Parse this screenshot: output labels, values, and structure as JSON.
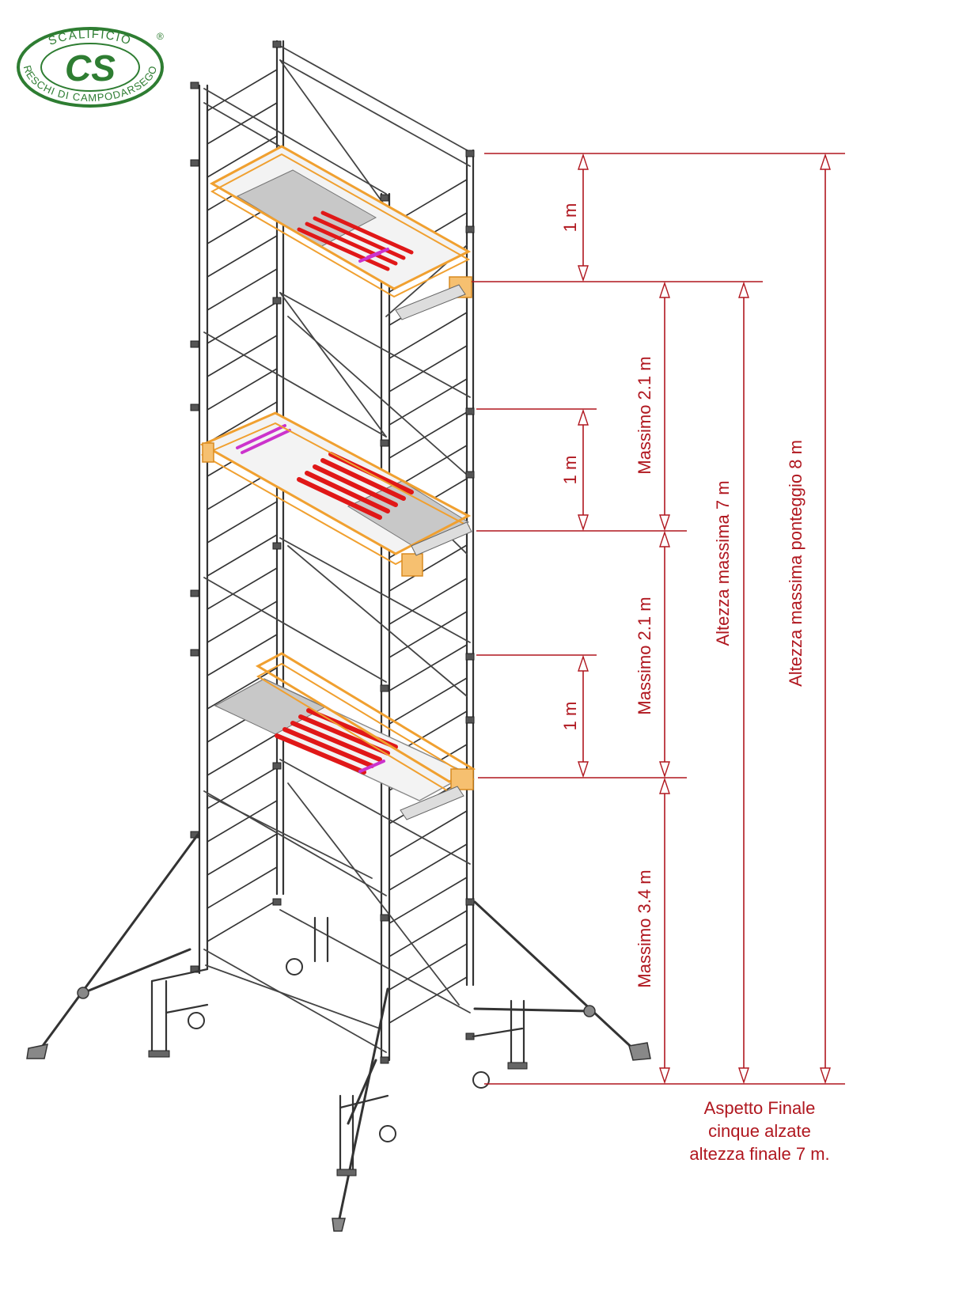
{
  "logo": {
    "text_top": "SCALIFICIO",
    "text_bottom": "RESCHI DI CAMPODARSEGO",
    "monogram": "CS",
    "registered": "®"
  },
  "colors": {
    "dimension": "#b0171f",
    "guard_rail": "#f0a030",
    "plank_red": "#e01818",
    "plank_magenta": "#cc33cc",
    "frame": "#333333",
    "logo_green": "#2e7d32"
  },
  "dimensions": {
    "top_guard": "1 m",
    "mid_guard": "1 m",
    "low_guard": "1 m",
    "upper_gap": "Massimo 2.1 m",
    "middle_gap": "Massimo 2.1 m",
    "base_gap": "Massimo 3.4 m",
    "platform_height": "Altezza massima 7 m",
    "scaffold_height": "Altezza massima ponteggio 8 m"
  },
  "caption": {
    "line1": "Aspetto Finale",
    "line2": "cinque alzate",
    "line3": "altezza finale 7 m."
  }
}
